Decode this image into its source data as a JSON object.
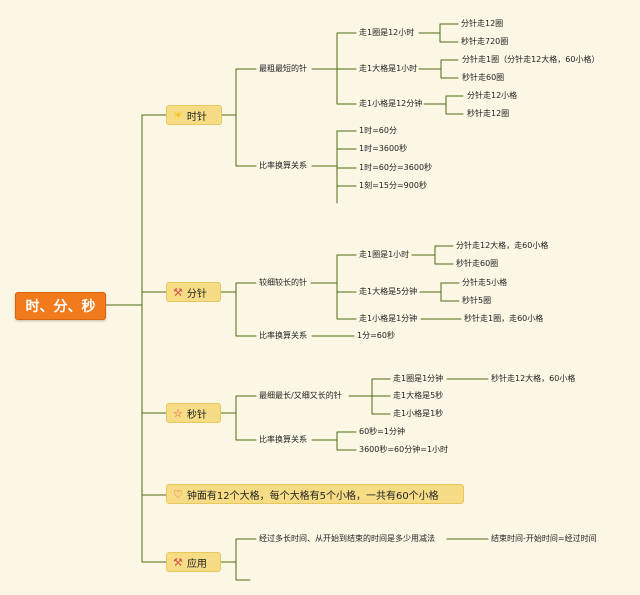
{
  "root": {
    "label": "时、分、秒"
  },
  "hour": {
    "label": "时针",
    "icon": "sun-icon",
    "sub1": "最粗最短的针",
    "r1": "走1圈是12小时",
    "r1a": "分针走12圈",
    "r1b": "秒针走720圈",
    "r2": "走1大格是1小时",
    "r2a": "分针走1圈（分针走12大格，60小格）",
    "r2b": "秒针走60圈",
    "r3": "走1小格是12分钟",
    "r3a": "分针走12小格",
    "r3b": "秒针走12圈",
    "sub2": "比率换算关系",
    "c1": "1时=60分",
    "c2": "1时=3600秒",
    "c3": "1时=60分=3600秒",
    "c4": "1刻=15分=900秒"
  },
  "minute": {
    "label": "分针",
    "icon": "tools-icon",
    "sub1": "较细较长的针",
    "r1": "走1圈是1小时",
    "r1a": "分针走12大格，走60小格",
    "r1b": "秒针走60圈",
    "r2": "走1大格是5分钟",
    "r2a": "分针走5小格",
    "r2b": "秒针5圈",
    "r3": "走1小格是1分钟",
    "r3a": "秒针走1圈，走60小格",
    "sub2": "比率换算关系",
    "c1": "1分=60秒"
  },
  "second": {
    "label": "秒针",
    "icon": "star-icon",
    "sub1": "最细最长/又细又长的针",
    "r1": "走1圈是1分钟",
    "r1a": "秒针走12大格，60小格",
    "r2": "走1大格是5秒",
    "r3": "走1小格是1秒",
    "sub2": "比率换算关系",
    "c1": "60秒=1分钟",
    "c2": "3600秒=60分钟=1小时"
  },
  "face": {
    "label": "钟面有12个大格，每个大格有5个小格，一共有60个小格",
    "icon": "heart-icon"
  },
  "apply": {
    "label": "应用",
    "icon": "tools-icon",
    "q1": "经过多长时间、从开始到结束的时间是多少用减法",
    "a1": "结束时间-开始时间=经过时间"
  },
  "colors": {
    "line": "#4e6b12",
    "root": "#f07a1c",
    "category": "#f7dc86",
    "background": "#fbf7e4"
  }
}
